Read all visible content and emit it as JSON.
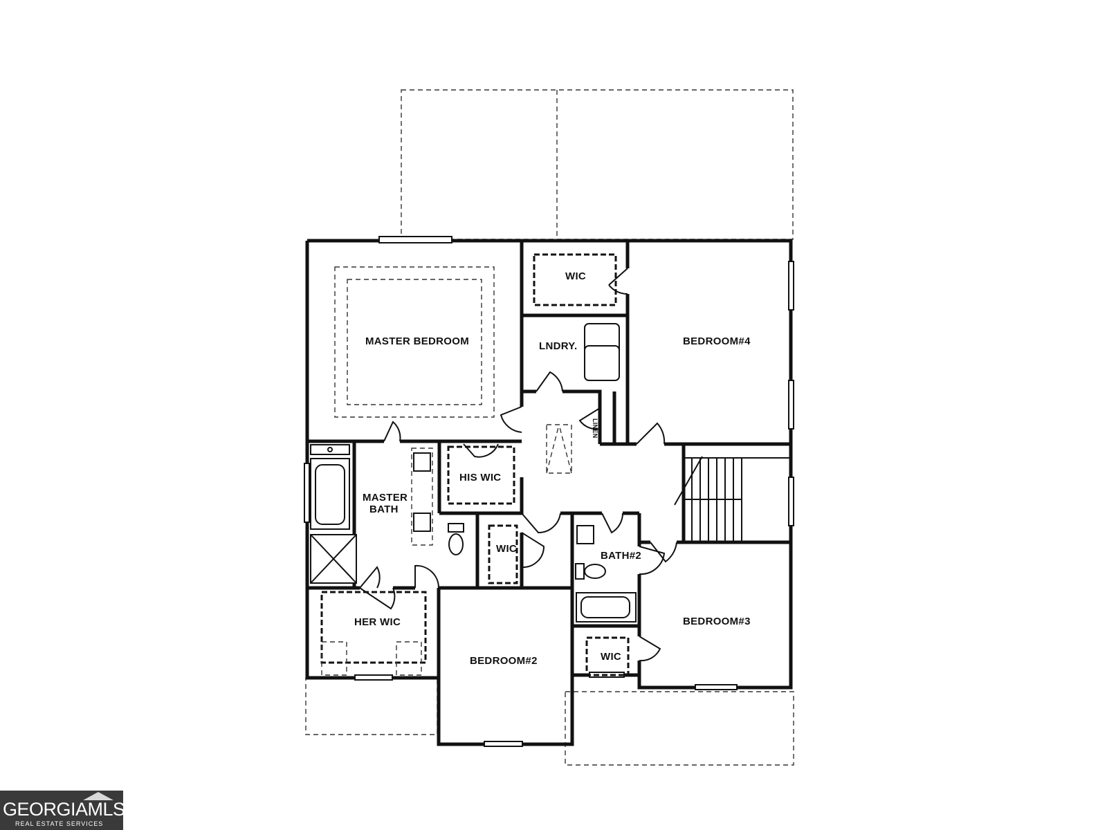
{
  "rooms": {
    "master_bedroom": "MASTER BEDROOM",
    "wic_top": "WIC",
    "laundry": "LNDRY.",
    "linen": "LINEN",
    "bedroom4": "BEDROOM#4",
    "his_wic": "HIS WIC",
    "master_bath_line1": "MASTER",
    "master_bath_line2": "BATH",
    "wic_mid": "WIC",
    "bath2": "BATH#2",
    "her_wic": "HER WIC",
    "bedroom2": "BEDROOM#2",
    "bedroom3": "BEDROOM#3",
    "wic_bottom": "WIC"
  },
  "logo": {
    "brand": "GEORGIAMLS",
    "tagline": "REAL ESTATE SERVICES"
  }
}
